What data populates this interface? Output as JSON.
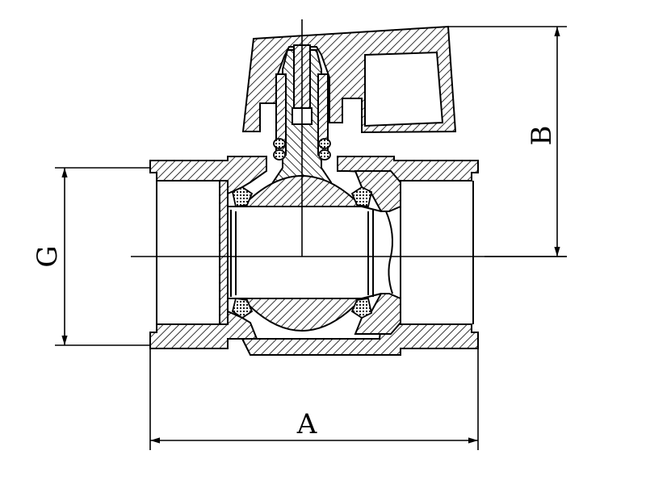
{
  "dimensions": {
    "A": "A",
    "B": "B",
    "G": "G"
  },
  "colors": {
    "ink": "#000000",
    "paper": "#ffffff"
  }
}
